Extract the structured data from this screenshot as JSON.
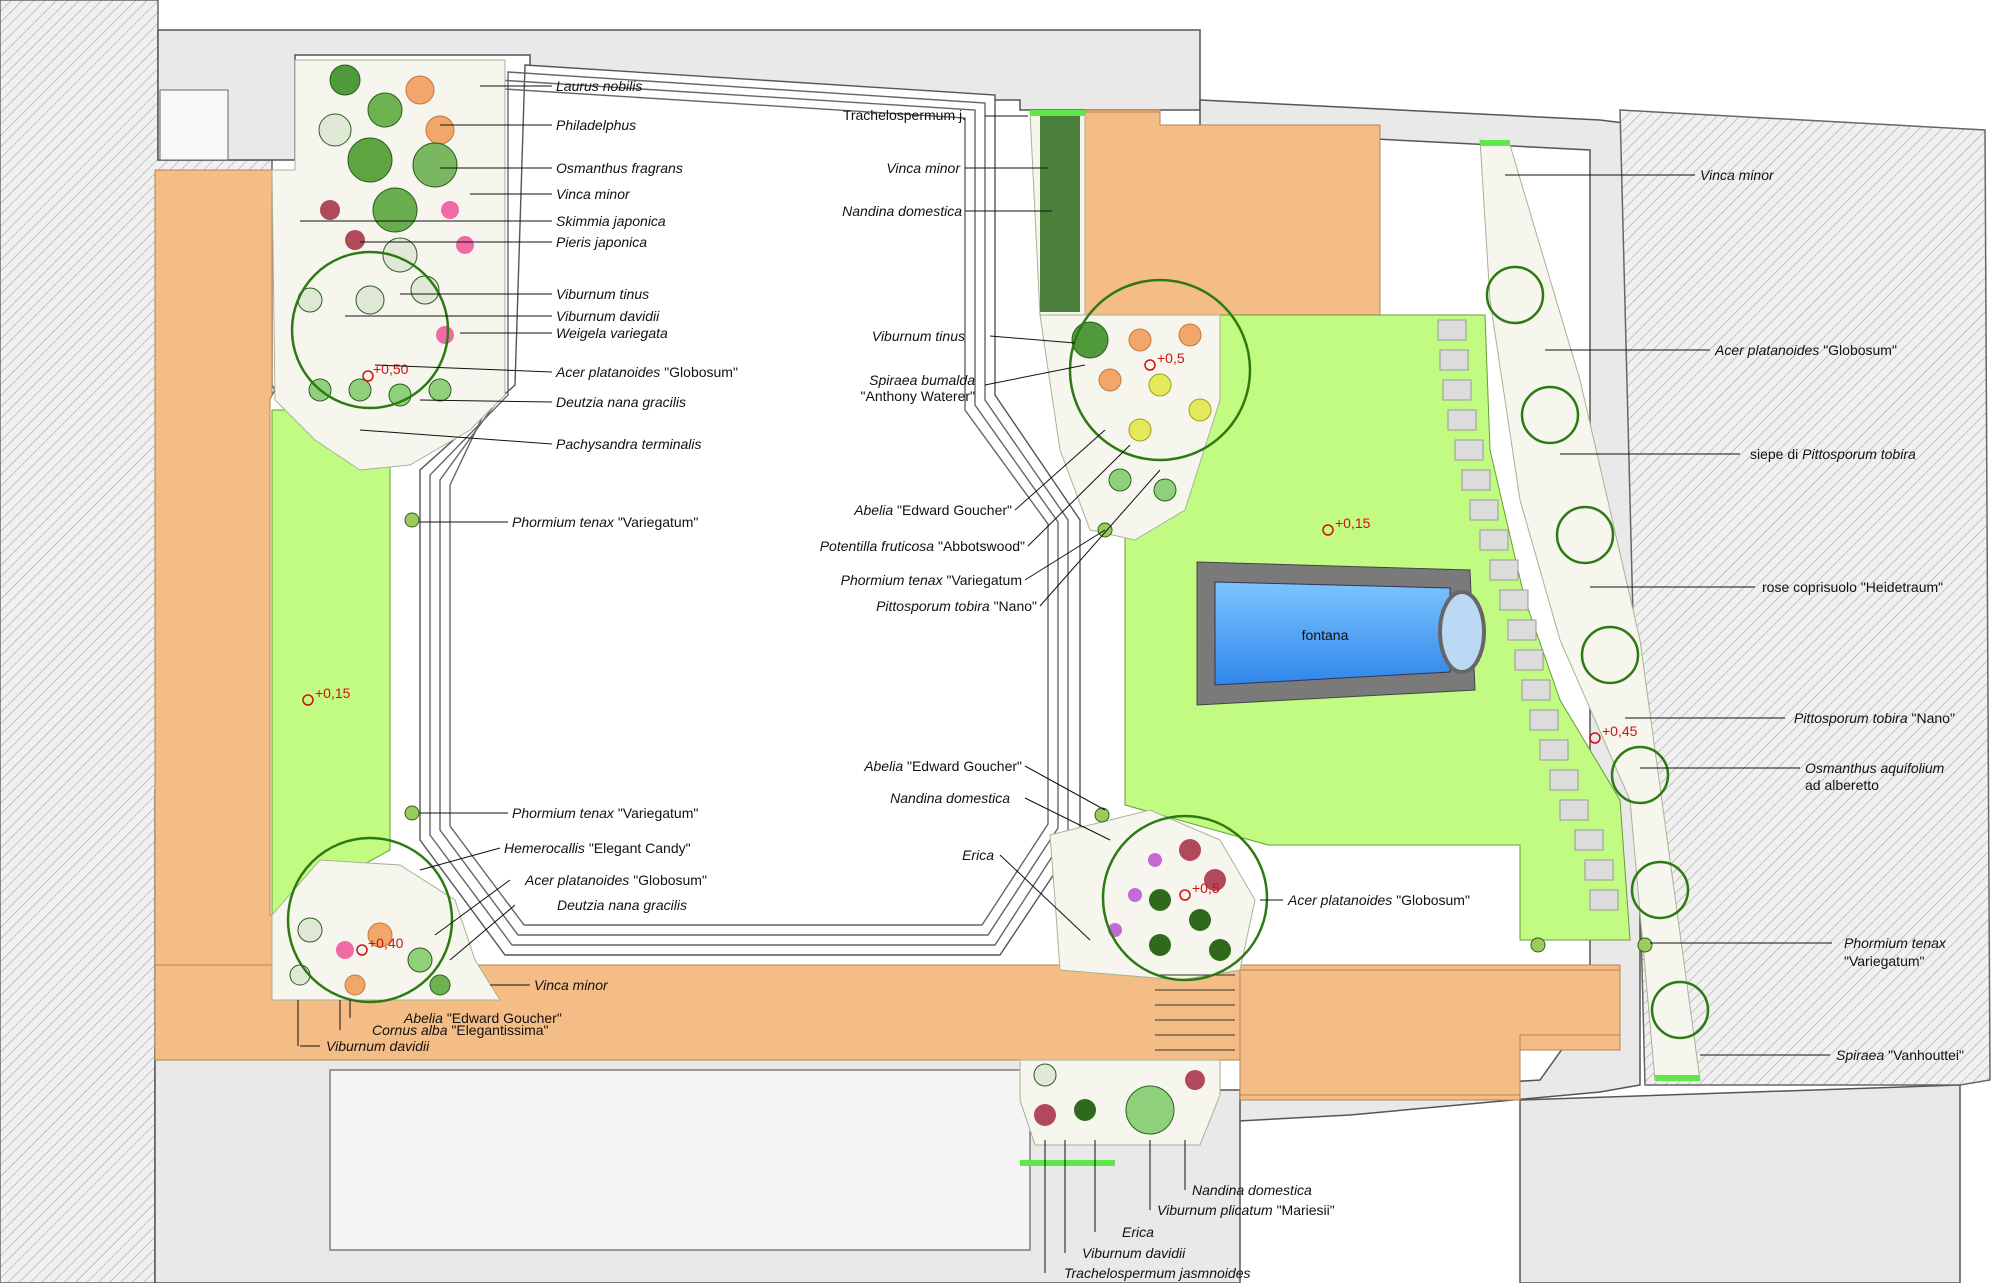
{
  "plan_labels": {
    "laurus": "Laurus nobilis",
    "philadelphus": "Philadelphus",
    "osmanthus_fragrans": "Osmanthus fragrans",
    "vinca_minor_nw": "Vinca minor",
    "skimmia": "Skimmia japonica",
    "pieris": "Pieris japonica",
    "viburnum_tinus_nw": "Viburnum tinus",
    "viburnum_davidii_nw": "Viburnum davidii",
    "weigela": "Weigela variegata",
    "acer_nw_name": "Acer platanoides",
    "acer_nw_cultivar": "\"Globosum\"",
    "deutzia_nw": "Deutzia nana gracilis",
    "pachysandra": "Pachysandra terminalis",
    "phormium_left_top_name": "Phormium tenax",
    "phormium_left_top_cultivar": "\"Variegatum\"",
    "phormium_left_bottom_name": "Phormium tenax",
    "phormium_left_bottom_cultivar": "\"Variegatum\"",
    "hemerocallis_name": "Hemerocallis",
    "hemerocallis_cultivar": "\"Elegant Candy\"",
    "acer_sw_name": "Acer platanoides",
    "acer_sw_cultivar": "\"Globosum\"",
    "deutzia_sw": "Deutzia nana gracilis",
    "vinca_minor_sw": "Vinca minor",
    "abelia_sw_name": "Abelia",
    "abelia_sw_cultivar": "\"Edward Goucher\"",
    "cornus_name": "Cornus alba",
    "cornus_cultivar": "\"Elegantissima\"",
    "viburnum_davidii_sw": "Viburnum davidii",
    "trachelospermum_top": "Trachelospermum j.",
    "vinca_minor_mid": "Vinca minor",
    "nandina_mid": "Nandina domestica",
    "viburnum_tinus_mid": "Viburnum tinus",
    "spiraea_bumalda_name": "Spiraea bumalda",
    "spiraea_bumalda_cultivar": "\"Anthony Waterer\"",
    "abelia_mid_name": "Abelia",
    "abelia_mid_cultivar": "\"Edward Goucher\"",
    "potentilla_name": "Potentilla fruticosa",
    "potentilla_cultivar": "\"Abbotswood\"",
    "phormium_mid_name": "Phormium tenax",
    "phormium_mid_cultivar": "\"Variegatum",
    "pittosporum_nano_mid_name": "Pittosporum tobira",
    "pittosporum_nano_mid_cultivar": "\"Nano\"",
    "abelia_low_name": "Abelia",
    "abelia_low_cultivar": "\"Edward Goucher\"",
    "nandina_low": "Nandina domestica",
    "erica_mid": "Erica",
    "acer_center_name": "Acer platanoides",
    "acer_center_cultivar": "\"Globosum\"",
    "vinca_minor_ne": "Vinca minor",
    "acer_ne_name": "Acer platanoides",
    "acer_ne_cultivar": "\"Globosum\"",
    "siepe_prefix": "siepe di",
    "siepe_name": "Pittosporum tobira",
    "rose": "rose coprisuolo \"Heidetraum\"",
    "pittosporum_nano_e_name": "Pittosporum tobira",
    "pittosporum_nano_e_cultivar": "\"Nano\"",
    "osmanthus_aquifolium_name": "Osmanthus aquifolium",
    "osmanthus_aquifolium_note": "ad alberetto",
    "phormium_e_name": "Phormium tenax",
    "phormium_e_cultivar": "\"Variegatum\"",
    "spiraea_vh_name": "Spiraea",
    "spiraea_vh_cultivar": "\"Vanhouttei\"",
    "nandina_s": "Nandina domestica",
    "viburnum_plicatum_name": "Viburnum plicatum",
    "viburnum_plicatum_cultivar": "\"Mariesii\"",
    "erica_s": "Erica",
    "viburnum_davidii_s": "Viburnum davidii",
    "trachelospermum_s": "Trachelospermum jasmnoides",
    "fontana": "fontana"
  },
  "elevations": {
    "nw": "+0,50",
    "west": "+0,15",
    "sw": "+0,40",
    "center_lawn": "+0,15",
    "mid_top": "+0,5",
    "mid_bottom": "+0,5",
    "east": "+0,45"
  },
  "colors": {
    "path": "#f4bd86",
    "lawn": "#c2fb82",
    "water": "#3f9bf4",
    "walls": "#e9e9e9",
    "canopy": "#2e7a12",
    "elevation_marker": "#d01010"
  }
}
